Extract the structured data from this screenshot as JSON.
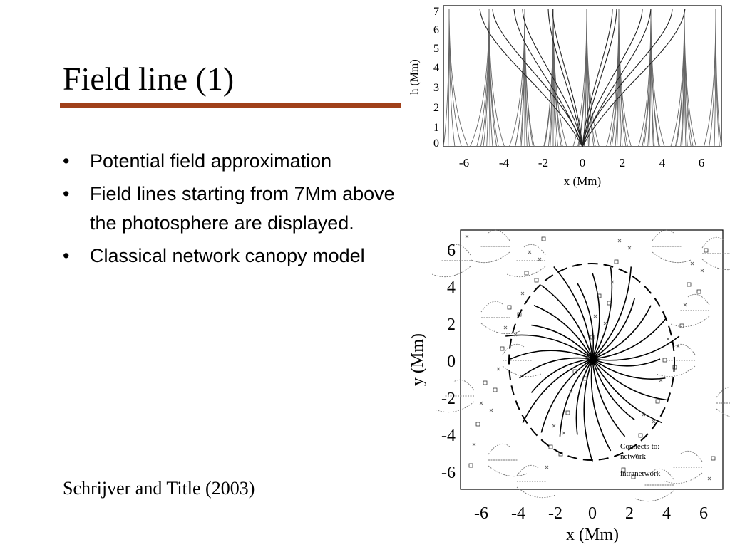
{
  "slide": {
    "title": "Field line (1)",
    "bullets": [
      "Potential field approximation",
      "Field lines starting from 7Mm above the photosphere are displayed.",
      "Classical network canopy model"
    ],
    "bullet_symbol": "•",
    "citation": "Schrijver and Title (2003)",
    "accent_color": "#a0401a"
  },
  "top_figure": {
    "ylabel": "h (Mm)",
    "xlabel": "x (Mm)",
    "y_ticks": [
      "7",
      "6",
      "5",
      "4",
      "3",
      "2",
      "1",
      "0"
    ],
    "x_ticks": [
      "-6",
      "-4",
      "-2",
      "0",
      "2",
      "4",
      "6"
    ]
  },
  "bottom_figure": {
    "ylabel": "y (Mm)",
    "xlabel": "x (Mm)",
    "y_ticks": [
      "6",
      "4",
      "2",
      "0",
      "-2",
      "-4",
      "-6"
    ],
    "x_ticks": [
      "-6",
      "-4",
      "-2",
      "0",
      "2",
      "4",
      "6"
    ],
    "legend": {
      "title": "Connects to:",
      "items": [
        "network",
        "intranetwork"
      ]
    }
  }
}
